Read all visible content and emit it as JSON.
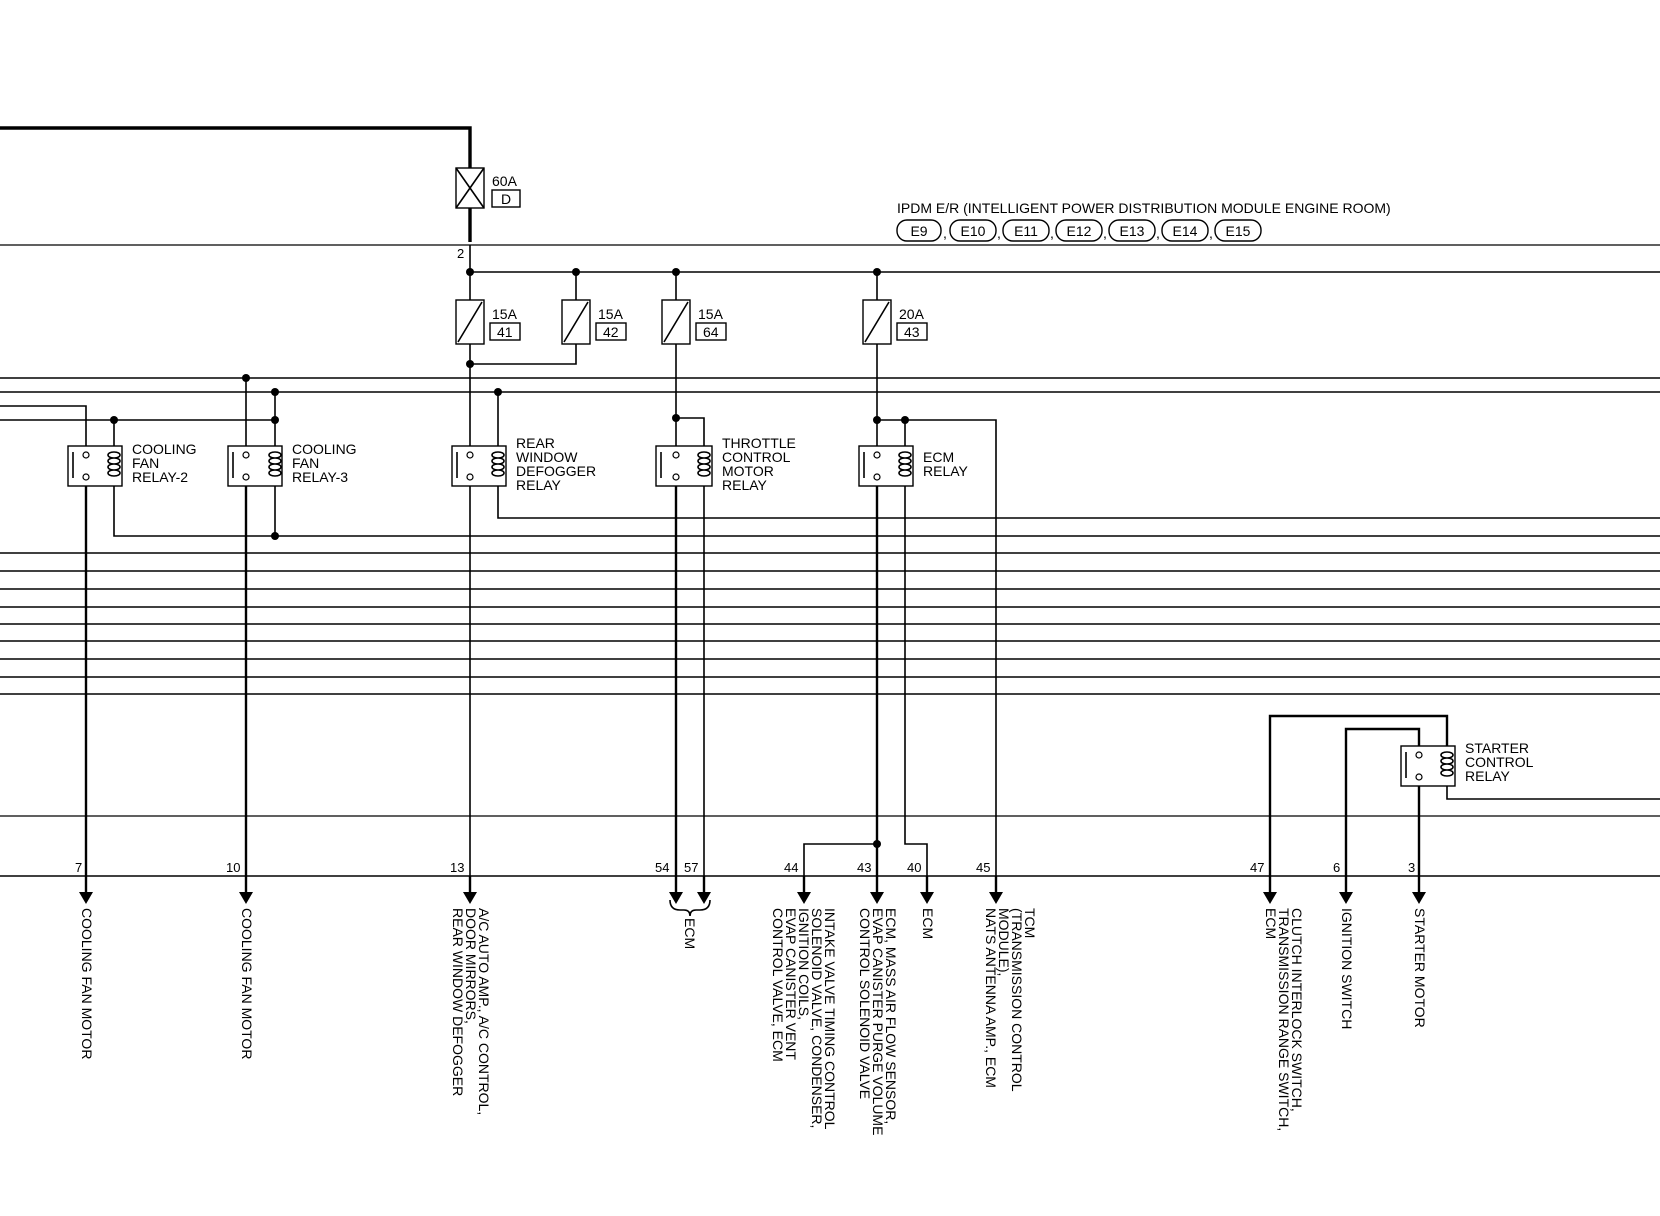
{
  "module": {
    "title": "IPDM E/R (INTELLIGENT POWER DISTRIBUTION MODULE ENGINE ROOM)",
    "connectors": [
      "E9",
      "E10",
      "E11",
      "E12",
      "E13",
      "E14",
      "E15"
    ],
    "connector_separator": ","
  },
  "fusible_link": {
    "rating": "60A",
    "id": "D",
    "pin": "2"
  },
  "fuses": [
    {
      "rating": "15A",
      "id": "41"
    },
    {
      "rating": "15A",
      "id": "42"
    },
    {
      "rating": "15A",
      "id": "64"
    },
    {
      "rating": "20A",
      "id": "43"
    }
  ],
  "relays": [
    {
      "lines": [
        "COOLING",
        "FAN",
        "RELAY-2"
      ]
    },
    {
      "lines": [
        "COOLING",
        "FAN",
        "RELAY-3"
      ]
    },
    {
      "lines": [
        "REAR",
        "WINDOW",
        "DEFOGGER",
        "RELAY"
      ]
    },
    {
      "lines": [
        "THROTTLE",
        "CONTROL",
        "MOTOR",
        "RELAY"
      ]
    },
    {
      "lines": [
        "ECM",
        "RELAY"
      ]
    },
    {
      "lines": [
        "STARTER",
        "CONTROL",
        "RELAY"
      ]
    }
  ],
  "terminals": [
    {
      "pin": "7",
      "lines": [
        "COOLING FAN MOTOR"
      ]
    },
    {
      "pin": "10",
      "lines": [
        "COOLING FAN MOTOR"
      ]
    },
    {
      "pin": "13",
      "lines": [
        "A/C AUTO AMP., A/C CONTROL,",
        "DOOR MIRRORS,",
        "REAR WINDOW DEFOGGER"
      ]
    },
    {
      "pin": "54",
      "lines": []
    },
    {
      "pin": "57",
      "lines": []
    },
    {
      "pin": "44",
      "lines": [
        "INTAKE VALVE TIMING CONTROL",
        "SOLENOID VALVE, CONDENSER,",
        "IGNITION COILS,",
        "EVAP CANISTER VENT",
        "CONTROL VALVE, ECM"
      ]
    },
    {
      "pin": "43",
      "lines": [
        "ECM, MASS AIR FLOW SENSOR,",
        "EVAP CANISTER PURGE VOLUME",
        "CONTROL SOLENOID VALVE"
      ]
    },
    {
      "pin": "40",
      "lines": [
        "ECM"
      ]
    },
    {
      "pin": "45",
      "lines": [
        "TCM",
        "(TRANSMISSION CONTROL",
        "MODULE),",
        "NATS ANTENNA AMP., ECM"
      ]
    },
    {
      "pin": "47",
      "lines": [
        "CLUTCH INTERLOCK SWITCH,",
        "TRANSMISSION RANGE SWITCH,",
        "ECM"
      ]
    },
    {
      "pin": "6",
      "lines": [
        "IGNITION SWITCH"
      ]
    },
    {
      "pin": "3",
      "lines": [
        "STARTER MOTOR"
      ]
    }
  ],
  "ecm_group_label": "ECM"
}
